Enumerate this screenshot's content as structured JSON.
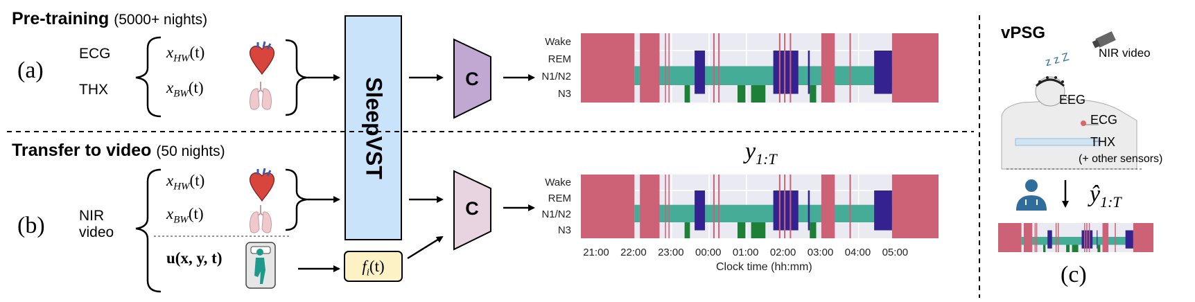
{
  "panel_a": {
    "heading": "Pre-training",
    "subheading": "(5000+ nights)",
    "label": "(a)",
    "signals": [
      "ECG",
      "THX"
    ],
    "hw": {
      "base": "x",
      "sub": "HW",
      "arg": "(t)"
    },
    "bw": {
      "base": "x",
      "sub": "BW",
      "arg": "(t)"
    }
  },
  "panel_b": {
    "heading": "Transfer to video",
    "subheading": "(50 nights)",
    "label": "(b)",
    "signal_line1": "NIR",
    "signal_line2": "video",
    "hw": {
      "base": "x",
      "sub": "HW",
      "arg": "(t)"
    },
    "bw": {
      "base": "x",
      "sub": "BW",
      "arg": "(t)"
    },
    "video_field": "u(x, y, t)",
    "feature": "f",
    "feature_sub": "i",
    "feature_arg": "(t)"
  },
  "model": {
    "name": "SleepVST",
    "classifier": "C"
  },
  "target_label": {
    "base": "y",
    "sub": "1:T"
  },
  "pred_label": {
    "base": "ŷ",
    "sub": "1:T"
  },
  "hypnogram": {
    "stage_labels": [
      "Wake",
      "REM",
      "N1/N2",
      "N3"
    ],
    "time_labels": [
      "21:00",
      "22:00",
      "23:00",
      "00:00",
      "01:00",
      "02:00",
      "03:00",
      "04:00",
      "05:00"
    ],
    "xlabel": "Clock time (hh:mm)",
    "colors": {
      "Wake": "#cd6277",
      "REM": "#33228f",
      "N1/N2": "#45ad97",
      "N3": "#1e7f36"
    },
    "wake_segments": [
      [
        0.0,
        0.15
      ],
      [
        0.165,
        0.22
      ],
      [
        0.235,
        0.238
      ],
      [
        0.245,
        0.248
      ],
      [
        0.37,
        0.374
      ],
      [
        0.384,
        0.388
      ],
      [
        0.554,
        0.558
      ],
      [
        0.568,
        0.572
      ],
      [
        0.584,
        0.588
      ],
      [
        0.672,
        0.71
      ],
      [
        0.751,
        0.755
      ],
      [
        0.87,
        1.0
      ]
    ],
    "rem_segments": [
      [
        0.318,
        0.347
      ],
      [
        0.538,
        0.608
      ],
      [
        0.635,
        0.64
      ],
      [
        0.82,
        0.87
      ]
    ],
    "n3_segments": [
      [
        0.29,
        0.305
      ],
      [
        0.438,
        0.46
      ],
      [
        0.476,
        0.516
      ],
      [
        0.64,
        0.658
      ]
    ]
  },
  "panel_c": {
    "title": "vPSG",
    "camera_label": "NIR video",
    "zzz": "z z Z",
    "sensors": [
      "EEG",
      "ECG",
      "THX"
    ],
    "sensors_note": "(+ other sensors)",
    "label": "(c)"
  }
}
